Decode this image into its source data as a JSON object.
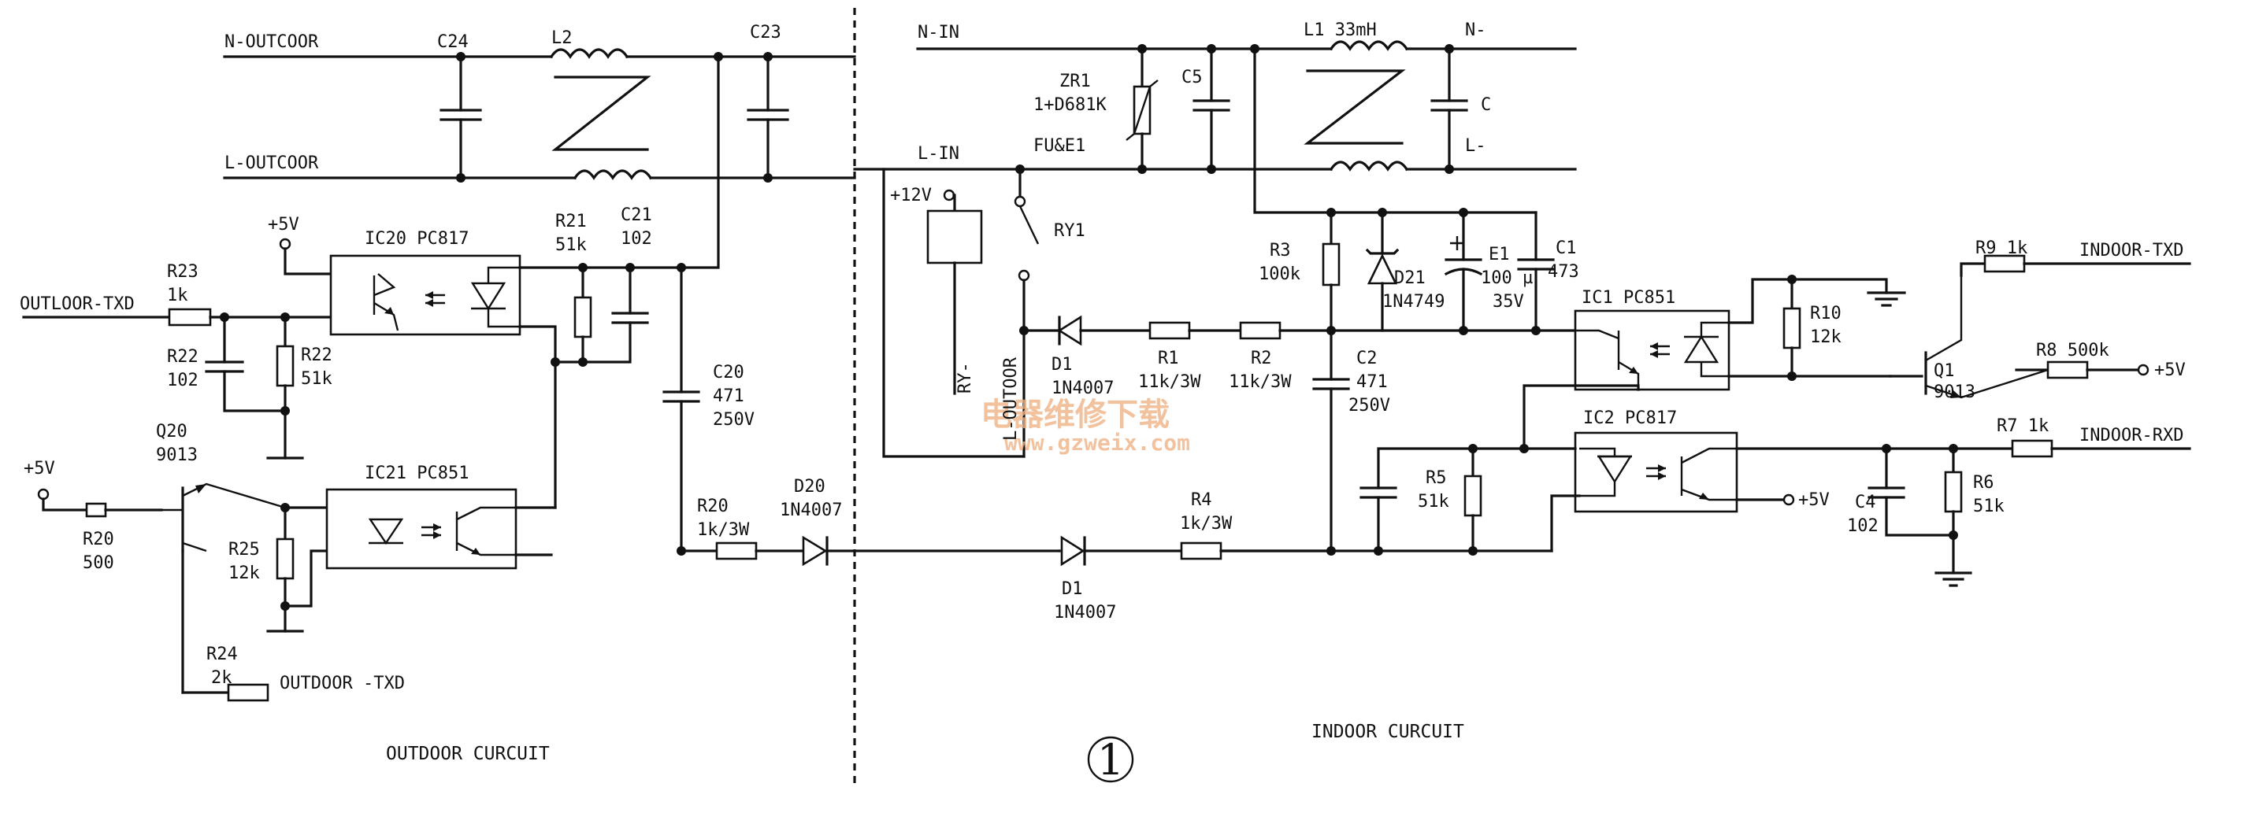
{
  "sections": {
    "outdoor": "OUTDOOR CURCUIT",
    "indoor": "INDOOR CURCUIT",
    "figure_number": "1"
  },
  "nets": {
    "n_outdoor": "N-OUTCOOR",
    "l_outdoor": "L-OUTCOOR",
    "n_in": "N-IN",
    "l_in": "L-IN",
    "n_minus": "N-",
    "l_minus": "L-",
    "outdoor_txd_in": "OUTLOOR-TXD",
    "outdoor_txd_out": "OUTDOOR -TXD",
    "indoor_txd": "INDOOR-TXD",
    "indoor_rxd": "INDOOR-RXD",
    "ry_minus": "RY-",
    "l_outdoor_vertical": "L-OUTOOR",
    "plus12v": "+12V",
    "plus5v": "+5V"
  },
  "components": {
    "c24": {
      "ref": "C24"
    },
    "l2": {
      "ref": "L2"
    },
    "c23": {
      "ref": "C23"
    },
    "r23": {
      "ref": "R23",
      "value": "1k"
    },
    "r22a": {
      "ref": "R22",
      "value": "102"
    },
    "r22b": {
      "ref": "R22",
      "value": "51k"
    },
    "q20": {
      "ref": "Q20",
      "value": "9013"
    },
    "ic20": {
      "ref": "IC20 PC817"
    },
    "r21": {
      "ref": "R21",
      "value": "51k"
    },
    "c21": {
      "ref": "C21",
      "value": "102"
    },
    "ic21": {
      "ref": "IC21 PC851"
    },
    "r20": {
      "ref": "R20",
      "value": "500"
    },
    "r25": {
      "ref": "R25",
      "value": "12k"
    },
    "r24": {
      "ref": "R24",
      "value": "2k"
    },
    "c20": {
      "ref": "C20",
      "value": "471",
      "rating": "250V"
    },
    "r20b": {
      "ref": "R20",
      "value": "1k/3W"
    },
    "d20": {
      "ref": "D20",
      "value": "1N4007"
    },
    "zr1": {
      "ref": "ZR1",
      "value": "1+D681K"
    },
    "fuse": {
      "ref": "FU&E1"
    },
    "c5": {
      "ref": "C5"
    },
    "l1": {
      "ref": "L1 33mH"
    },
    "c": {
      "ref": "C"
    },
    "ry1": {
      "ref": "RY1"
    },
    "r3": {
      "ref": "R3",
      "value": "100k"
    },
    "d21": {
      "ref": "D21",
      "value": "1N4749"
    },
    "e1": {
      "ref": "E1",
      "value": "100 µ",
      "rating": "35V"
    },
    "c1": {
      "ref": "C1",
      "value": "473"
    },
    "d1a": {
      "ref": "D1",
      "value": "1N4007"
    },
    "r1": {
      "ref": "R1",
      "value": "11k/3W"
    },
    "r2": {
      "ref": "R2",
      "value": "11k/3W"
    },
    "c2": {
      "ref": "C2",
      "value": "471",
      "rating": "250V"
    },
    "ic1": {
      "ref": "IC1 PC851"
    },
    "r10": {
      "ref": "R10",
      "value": "12k"
    },
    "r9": {
      "ref": "R9 1k"
    },
    "r8": {
      "ref": "R8 500k"
    },
    "q1": {
      "ref": "Q1",
      "value": "9013"
    },
    "ic2": {
      "ref": "IC2 PC817"
    },
    "r7": {
      "ref": "R7 1k"
    },
    "r5": {
      "ref": "R5",
      "value": "51k"
    },
    "r6": {
      "ref": "R6",
      "value": "51k"
    },
    "c4": {
      "ref": "C4",
      "value": "102"
    },
    "d1b": {
      "ref": "D1",
      "value": "1N4007"
    },
    "r4": {
      "ref": "R4",
      "value": "1k/3W"
    }
  },
  "watermark": {
    "cn": "电器维修下载",
    "url": "www.gzweix.com"
  }
}
